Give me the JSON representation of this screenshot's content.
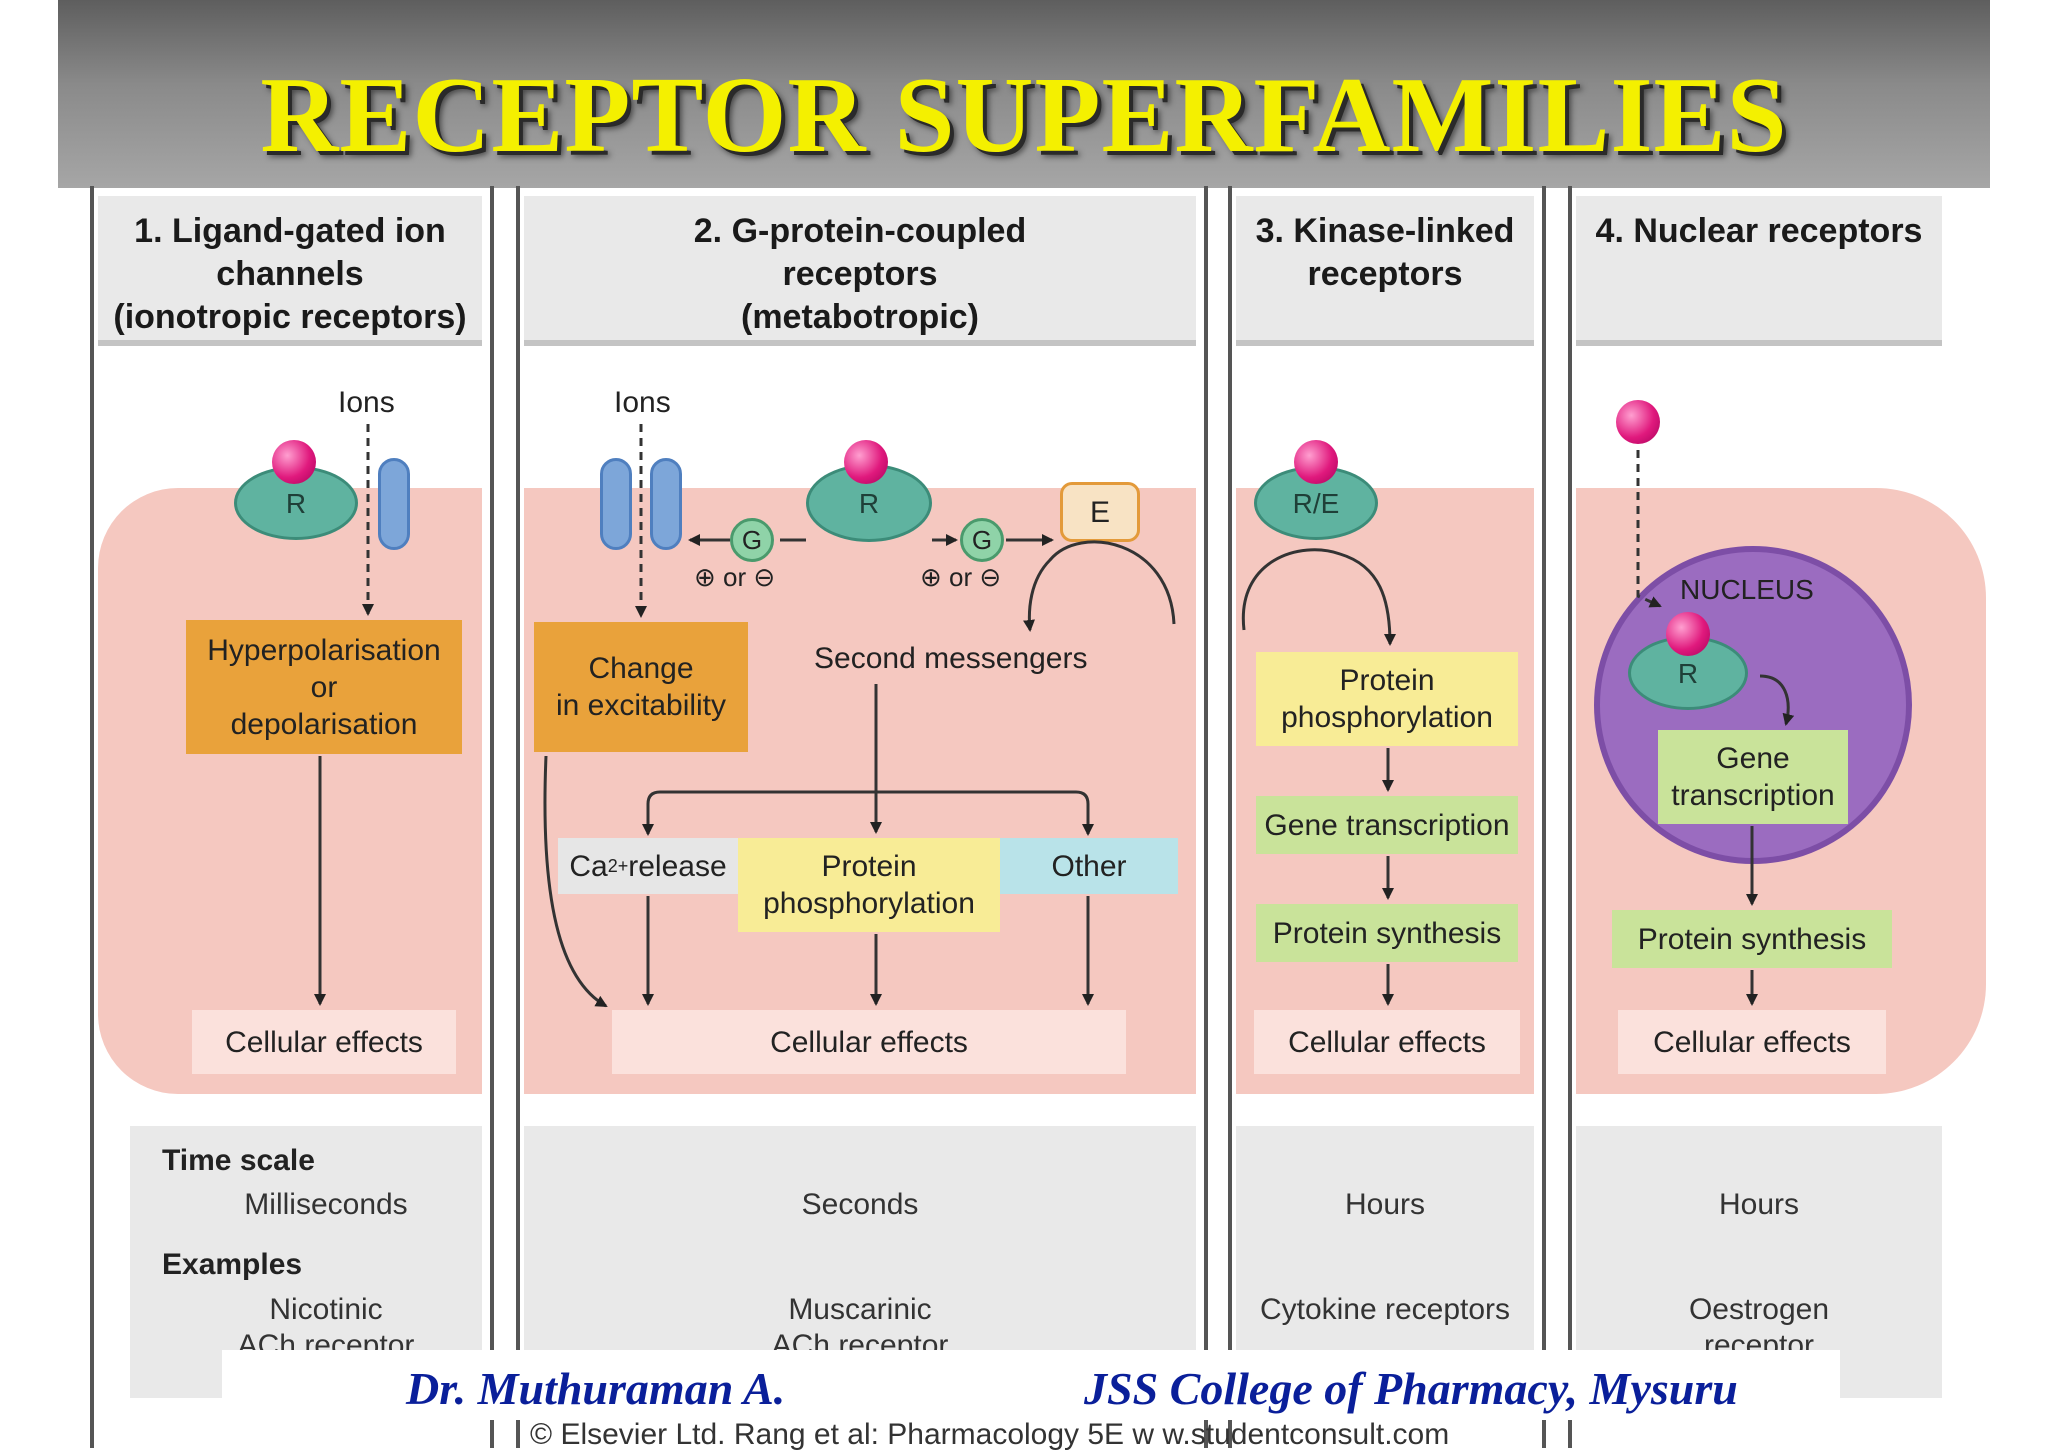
{
  "title": "RECEPTOR SUPERFAMILIES",
  "columns": [
    {
      "header": [
        "1. Ligand-gated ion",
        "channels",
        "(ionotropic receptors)"
      ]
    },
    {
      "header": [
        "2. G-protein-coupled",
        "receptors",
        "(metabotropic)"
      ]
    },
    {
      "header": [
        "3. Kinase-linked",
        "receptors"
      ]
    },
    {
      "header": [
        "4. Nuclear receptors"
      ]
    }
  ],
  "diagram": {
    "ions": "Ions",
    "r": "R",
    "re": "R/E",
    "e": "E",
    "g": "G",
    "plus_minus": "or",
    "nucleus": "NUCLEUS",
    "hyperpolarisation": [
      "Hyperpolarisation",
      "or",
      "depolarisation"
    ],
    "change_excitability": [
      "Change",
      "in excitability"
    ],
    "second_messengers": "Second messengers",
    "ca_release": "Ca",
    "ca_sup": "2+",
    "ca_release_suffix": " release",
    "protein_phosphorylation": [
      "Protein",
      "phosphorylation"
    ],
    "other": "Other",
    "gene_transcription": "Gene transcription",
    "gene_transcription_split": [
      "Gene",
      "transcription"
    ],
    "protein_synthesis": "Protein synthesis",
    "cellular_effects": "Cellular effects"
  },
  "bottom": {
    "time_scale_label": "Time scale",
    "examples_label": "Examples",
    "time": [
      "Milliseconds",
      "Seconds",
      "Hours",
      "Hours"
    ],
    "examples": [
      [
        "Nicotinic",
        "ACh receptor"
      ],
      [
        "Muscarinic",
        "ACh receptor"
      ],
      [
        "Cytokine receptors"
      ],
      [
        "Oestrogen",
        "receptor"
      ]
    ]
  },
  "footer": {
    "author": "Dr. Muthuraman A.",
    "institution": "JSS College of Pharmacy, Mysuru",
    "copyright": "© Elsevier Ltd. Rang et al: Pharmacology 5E w w.studentconsult.com"
  },
  "colors": {
    "title": "#f4f000",
    "membrane": "#f5c8c0",
    "receptor": "#5fb3a0",
    "ligand": "#e0197d",
    "nucleus": "#9b6cc0",
    "footer_text": "#0a1f9a"
  }
}
